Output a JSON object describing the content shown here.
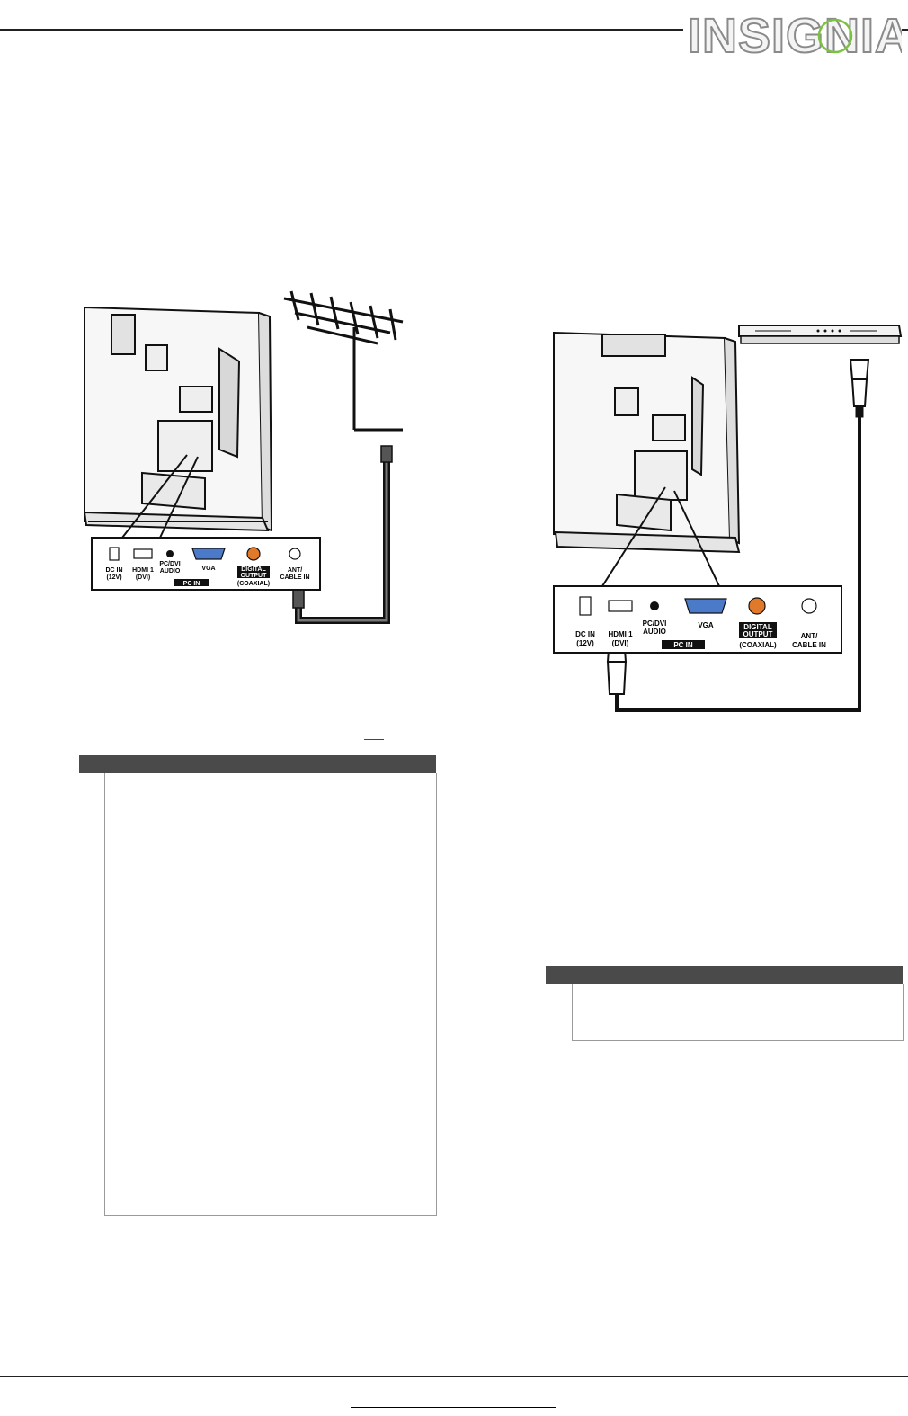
{
  "brand": {
    "logo_text": "INSIGNIA"
  },
  "figures": {
    "antenna": {
      "port_labels": {
        "dc_in": "DC IN",
        "dc_in_sub": "(12V)",
        "hdmi": "HDMI 1",
        "hdmi_sub": "(DVI)",
        "pc_dvi": "PC/DVI",
        "pc_dvi_sub": "AUDIO",
        "vga": "VGA",
        "pc_in": "PC IN",
        "digital": "DIGITAL",
        "digital_sub": "OUTPUT",
        "coaxial": "(COAXIAL)",
        "ant": "ANT/",
        "ant_sub": "CABLE IN"
      }
    },
    "hdmi_device": {
      "port_labels": {
        "dc_in": "DC IN",
        "dc_in_sub": "(12V)",
        "hdmi": "HDMI 1",
        "hdmi_sub": "(DVI)",
        "pc_dvi": "PC/DVI",
        "pc_dvi_sub": "AUDIO",
        "vga": "VGA",
        "pc_in": "PC IN",
        "digital": "DIGITAL",
        "digital_sub": "OUTPUT",
        "coaxial": "(COAXIAL)",
        "ant": "ANT/",
        "ant_sub": "CABLE IN"
      }
    }
  },
  "colors": {
    "note_header": "#4a4a4a",
    "rule": "#222222",
    "link": "#2a3fb5"
  }
}
